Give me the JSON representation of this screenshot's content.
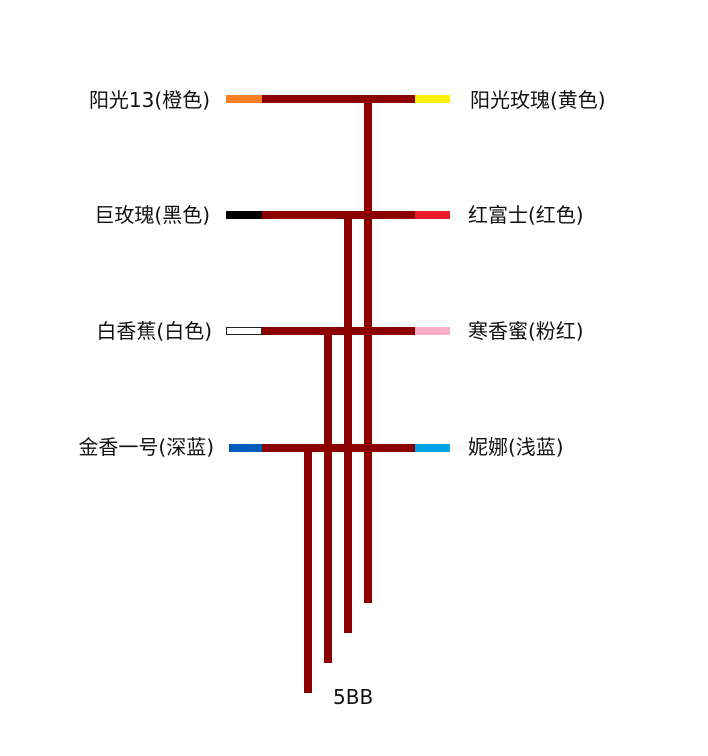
{
  "diagram": {
    "trunk_color": "#8B0000",
    "rows": [
      {
        "left": {
          "label": "阳光13(橙色)",
          "color": "#FF7F27"
        },
        "right": {
          "label": "阳光玫瑰(黄色)",
          "color": "#FFF200"
        }
      },
      {
        "left": {
          "label": "巨玫瑰(黑色)",
          "color": "#000000"
        },
        "right": {
          "label": "红富士(红色)",
          "color": "#ED1C24"
        }
      },
      {
        "left": {
          "label": "白香蕉(白色)",
          "color": "#FFFFFF"
        },
        "right": {
          "label": "寒香蜜(粉红)",
          "color": "#FFAEC9"
        }
      },
      {
        "left": {
          "label": "金香一号(深蓝)",
          "color": "#005DBE"
        },
        "right": {
          "label": "妮娜(浅蓝)",
          "color": "#00A2E8"
        }
      }
    ],
    "bottom_label": "5BB"
  }
}
